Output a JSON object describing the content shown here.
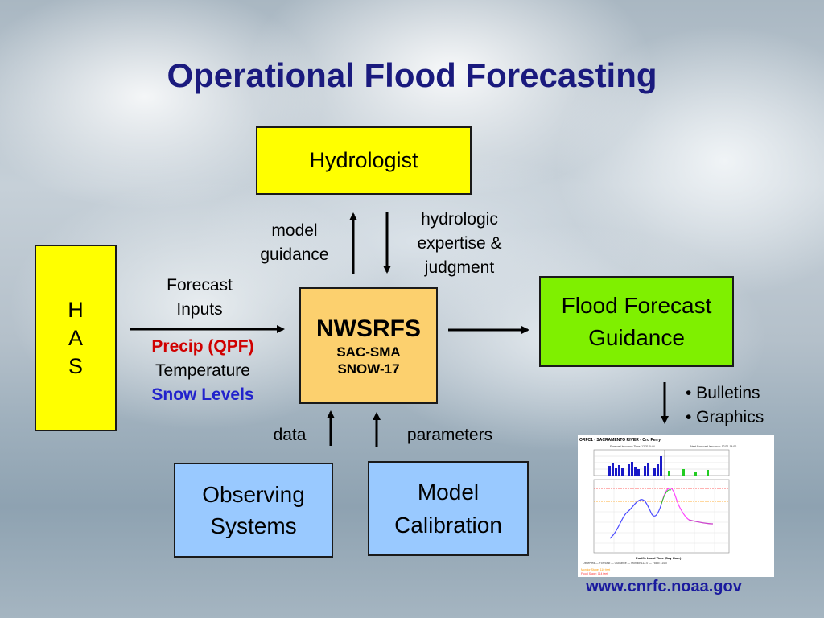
{
  "title": "Operational Flood Forecasting",
  "nodes": {
    "hydrologist": "Hydrologist",
    "has": [
      "H",
      "A",
      "S"
    ],
    "nwsrfs": {
      "main": "NWSRFS",
      "sub1": "SAC-SMA",
      "sub2": "SNOW-17"
    },
    "flood_forecast": [
      "Flood Forecast",
      "Guidance"
    ],
    "observing": [
      "Observing",
      "Systems"
    ],
    "calibration": [
      "Model",
      "Calibration"
    ]
  },
  "labels": {
    "model_guidance": [
      "model",
      "guidance"
    ],
    "expertise": [
      "hydrologic",
      "expertise &",
      "judgment"
    ],
    "forecast_inputs": [
      "Forecast",
      "Inputs"
    ],
    "precip": "Precip (QPF)",
    "temperature": "Temperature",
    "snow_levels": "Snow Levels",
    "data": "data",
    "parameters": "parameters",
    "bullets": [
      "• Bulletins",
      "• Graphics"
    ]
  },
  "hydrograph": {
    "title": "ORFC1 - SACRAMENTO RIVER - Ord Ferry",
    "forecast_issuance": "Forecast Issuance Time: 12/31 0:44",
    "next_issuance": "Next Forecast Issuance: 12/31 14:00",
    "x_label": "Pacific Local Time (Day Hour)",
    "legend": "Observed — Forecast — Guidance — Monitor 112.0 — Flood 114.0",
    "monitor_stage": "Monitor Stage: 110 feet",
    "flood_stage": "Flood Stage: 114 feet"
  },
  "url": "www.cnrfc.noaa.gov",
  "colors": {
    "title": "#1a1a7e",
    "yellow": "#ffff00",
    "orange": "#fcd06e",
    "green": "#7ff000",
    "blue_box": "#99c9ff",
    "precip": "#d00000",
    "snow": "#2222cc",
    "url": "#1a1a9e"
  }
}
